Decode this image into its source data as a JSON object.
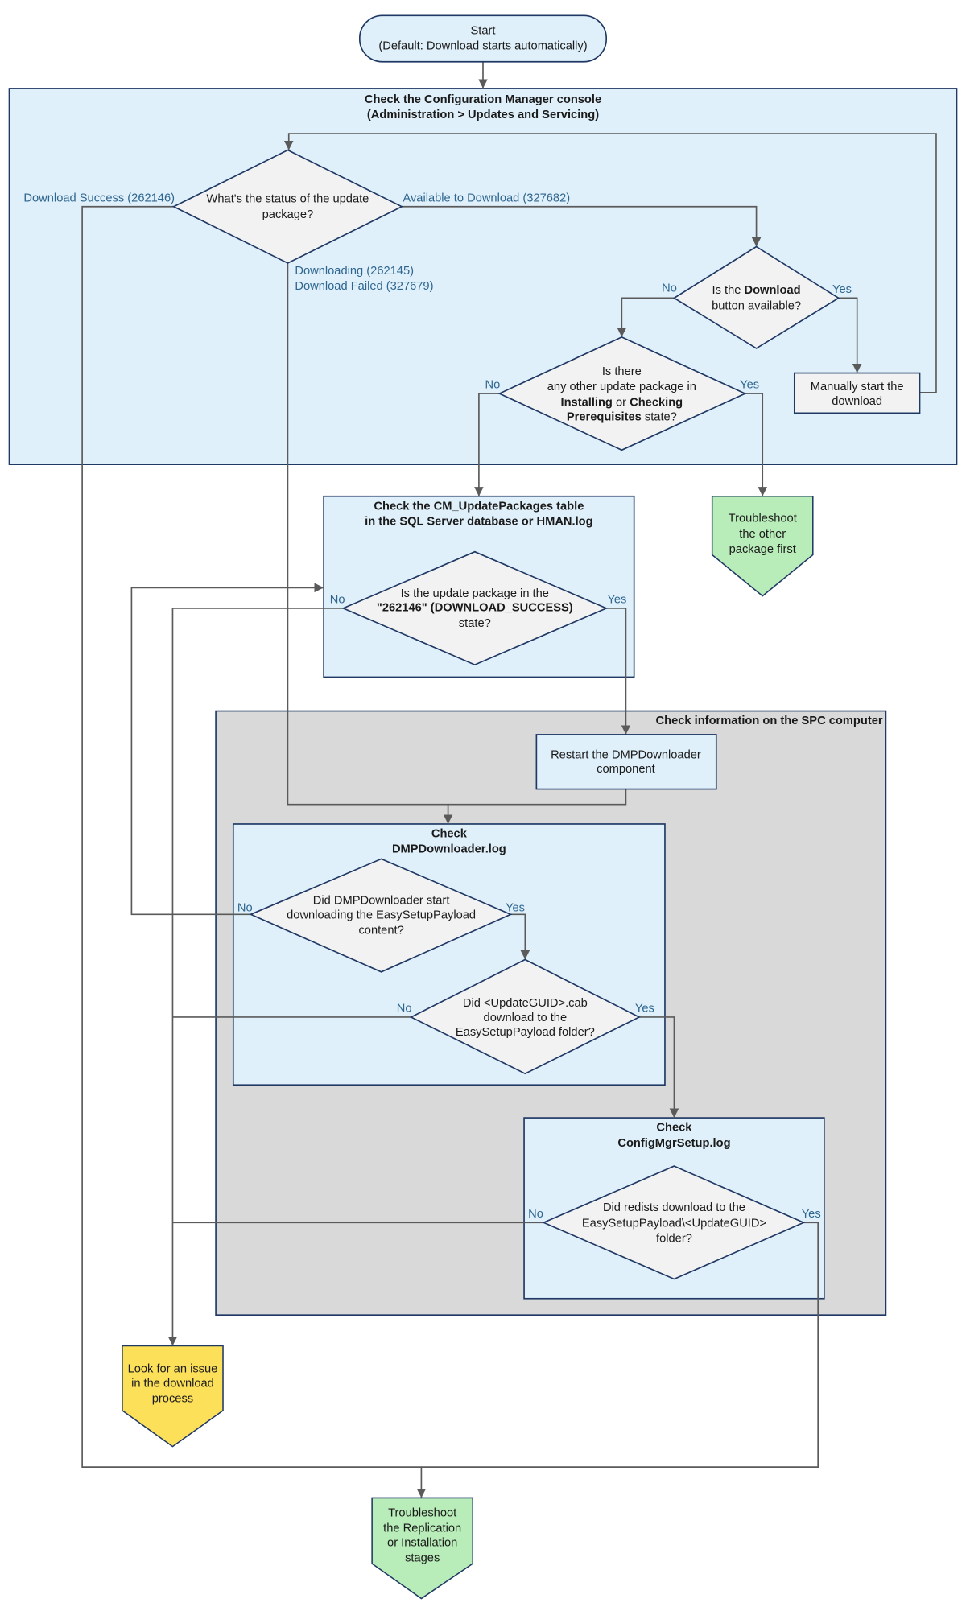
{
  "colors": {
    "container": "#dff0fa",
    "spc_container": "#d9d9d9",
    "decision": "#f2f2f2",
    "terminal_ok": "#b8ecb8",
    "terminal_issue": "#fde05a",
    "edge_label": "#2f6690",
    "border": "#1f3864"
  },
  "start": {
    "line1": "Start",
    "line2": "(Default: Download starts automatically)"
  },
  "console_box": {
    "title1": "Check the Configuration Manager console",
    "title2": "(Administration > Updates and Servicing)"
  },
  "status_decision": {
    "line1": "What's the status of the update",
    "line2": "package?",
    "success_label": "Download Success (262146)",
    "available_label": "Available to Download (327682)",
    "downloading_label": "Downloading (262145)",
    "failed_label": "Download Failed (327679)"
  },
  "download_button_decision": {
    "line1_pre": "Is the ",
    "line1_bold": "Download",
    "line2": "button available?",
    "no": "No",
    "yes": "Yes"
  },
  "manual_start": {
    "line1": "Manually start the",
    "line2": "download"
  },
  "other_package_decision": {
    "line1": "Is there",
    "line2": "any other update package in",
    "line3_b1": "Installing",
    "line3_mid": " or ",
    "line3_b2": "Checking",
    "line4_bold": "Prerequisites",
    "line4_rest": " state?",
    "no": "No",
    "yes": "Yes"
  },
  "troubleshoot_other": {
    "line1": "Troubleshoot",
    "line2": "the other",
    "line3": "package first"
  },
  "sql_box": {
    "title1": "Check the CM_UpdatePackages table",
    "title2": "in the SQL Server database or HMAN.log"
  },
  "state_decision": {
    "line1": "Is the update package in the",
    "line2_bold": "\"262146\" (DOWNLOAD_SUCCESS)",
    "line3": "state?",
    "no": "No",
    "yes": "Yes"
  },
  "spc_box": {
    "title": "Check information on the SPC computer"
  },
  "restart": {
    "line1": "Restart the DMPDownloader",
    "line2": "component"
  },
  "dmp_box": {
    "title1": "Check",
    "title2": "DMPDownloader.log"
  },
  "dmp_start_decision": {
    "line1": "Did DMPDownloader start",
    "line2": "downloading the  EasySetupPayload",
    "line3": "content?",
    "no": "No",
    "yes": "Yes"
  },
  "cab_decision": {
    "line1": "Did <UpdateGUID>.cab",
    "line2": "download to the",
    "line3": "EasySetupPayload folder?",
    "no": "No",
    "yes": "Yes"
  },
  "setup_box": {
    "title1": "Check",
    "title2": "ConfigMgrSetup.log"
  },
  "redists_decision": {
    "line1": "Did redists download to the",
    "line2": "EasySetupPayload\\<UpdateGUID>",
    "line3": "folder?",
    "no": "No",
    "yes": "Yes"
  },
  "issue": {
    "line1": "Look for an issue",
    "line2": "in the download",
    "line3": "process"
  },
  "troubleshoot_replication": {
    "line1": "Troubleshoot",
    "line2": "the Replication",
    "line3": "or Installation",
    "line4": "stages"
  }
}
